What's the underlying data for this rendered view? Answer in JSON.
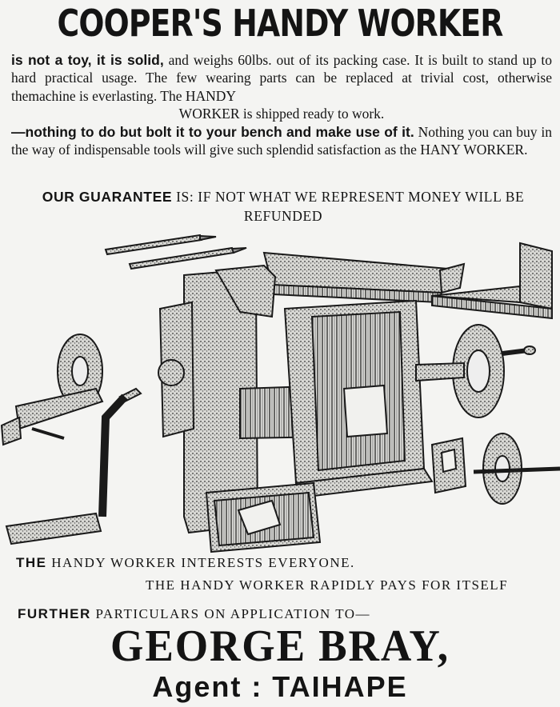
{
  "headline": "COOPER'S HANDY WORKER",
  "paragraph1": {
    "lead": "is not a toy, it is solid,",
    "rest": " and weighs 60lbs. out of its packing case. It is built to stand up to hard practical usage. The few wearing parts can be replaced at trivial cost, otherwise themachine is everlasting. The HANDY",
    "center": "WORKER is shipped ready to work."
  },
  "paragraph2": {
    "lead": "—nothing to do but bolt it to your bench and make use of it.",
    "rest": " Nothing you can buy in the way of indispensable tools will give such splendid satisfaction as the HANY WORKER."
  },
  "guarantee": {
    "lead": "OUR GUARANTEE",
    "rest": " IS: IF NOT WHAT WE REPRESENT MONEY WILL BE REFUNDED"
  },
  "tagline1": {
    "lead": "THE",
    "rest": " HANDY WORKER INTERESTS EVERYONE."
  },
  "tagline2": "THE HANDY WORKER RAPIDLY PAYS FOR ITSELF",
  "particulars": {
    "lead": "FURTHER",
    "rest": " PARTICULARS ON APPLICATION TO—"
  },
  "agent_name": "GEORGE BRAY,",
  "agent_place": "Agent : TAIHAPE"
}
